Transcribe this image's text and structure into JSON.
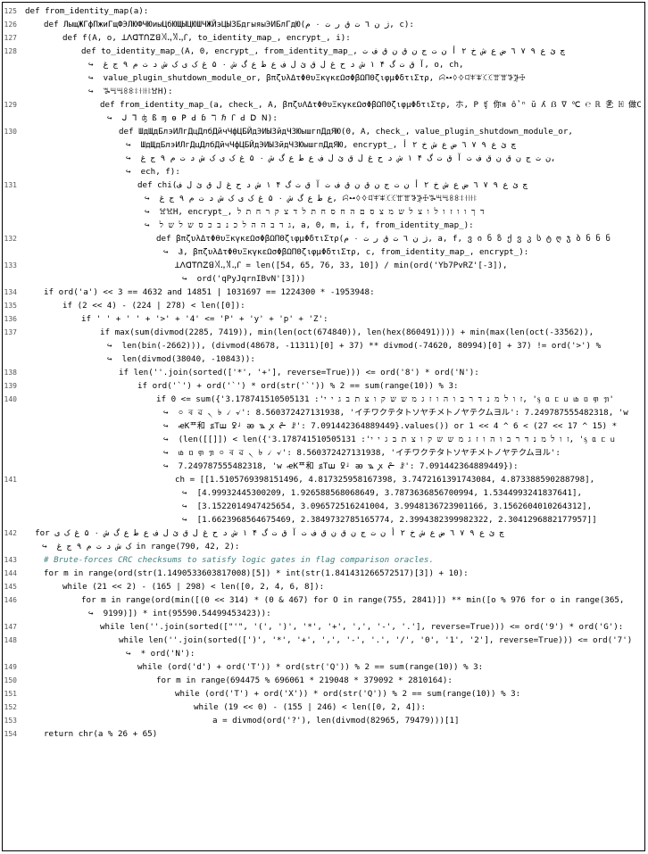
{
  "code_lines": [
    {
      "n": "125",
      "indent": 0,
      "text": "def from_identity_map(a):"
    },
    {
      "n": "126",
      "indent": 1,
      "text": "def ЛыщЖГфПжиГщФЭЛЮФЧЮиыЦбЮЩЫЦЮШЧЖЙэЦЫЗБдгыяыЭИБлГдЮ(ژ ن ٦ ت ق ر ت ٠ م, c):"
    },
    {
      "n": "127",
      "indent": 2,
      "text": "def f(A, o, ꓕꓥꓷꓔꓵꓜꓭ꓀ꓻ꓁ꓻꓩ, to_identity_map_, encrypt_, i):"
    },
    {
      "n": "128",
      "indent": 3,
      "text": "def to_identity_map_(A, 0, encrypt_, from_identity_map_, چ ئ ع ٩ ٧ ٦ ض ع ش خ ٢ أ ن ت ج ن ق ن ق ف ت"
    },
    {
      "n": "",
      "indent": 3,
      "cont": true,
      "text": "↪  آ ق ت گ ۴ ۱ ش د ح غ ل ق ئ ل ف ع ط ع گ ش ٠ ۵ غ ک ی ک ش د ت م ٩ ج غ, o, ch,"
    },
    {
      "n": "",
      "indent": 3,
      "cont": true,
      "text": "↪  value_plugin_shutdown_module_or, βπζυλΔτΦθυΞκγκεΩσΦβΩΠΘζιφμΦδτιΣτρ, ꕸꕹꕺꕻꕼꕽꕾꕿꖀꖁꖂꖃꖄꖅ"
    },
    {
      "n": "",
      "indent": 3,
      "cont": true,
      "text": "↪  ꖆꖇꖈꖉꖊꖋꖌꖍꖎꖏH):"
    },
    {
      "n": "129",
      "indent": 4,
      "text": "def from_identity_map_(a, check_, A, βπζυΛΔτΦθυΞκγκεΩσΦβΩΠΘζιφμΦδτιΣτρ, ホ, Ρ ʧ 你я ổ ⁿ ŭ ʎ ẞ ∇ ℃ ℮ ℝ 㐑 ℍ 做C学"
    },
    {
      "n": "",
      "indent": 4,
      "cont": true,
      "text": "↪  ᒍ ᒣ ʤ ß ɱ ɵ ꓑ ꓒ ɓ ℸ ℏ ꓩ ꓒ ꓓ ꓠ):"
    },
    {
      "n": "130",
      "indent": 5,
      "text": "def ШдЩдБлэИЛгДцДлбДйчЧфЦБЙдЭИЫЗйдЧЗЮышгпДдЯЮ(0, A, check_, value_plugin_shutdown_module_or,"
    },
    {
      "n": "",
      "indent": 5,
      "cont": true,
      "text": "↪  ШдЩдБлэИЛгДцДлбДйчЧфЦБЙдЭИЫЗйдЧЗЮышгпДдЯЮ, encrypt_, چ ئ ع ٩ ٧ ٦ ض ع ش خ ٢ أ"
    },
    {
      "n": "",
      "indent": 5,
      "cont": true,
      "text": "↪  ن ت ج ن ق ن ق ف ت آ ق ت گ ۴ ۱ ش د ح غ ل ق ئ ل ف ع ط ع گ ش ٠ ۵ غ ک ی ک ش د ت م ٩ ج غ,"
    },
    {
      "n": "",
      "indent": 5,
      "cont": true,
      "text": "↪  ech, f):"
    },
    {
      "n": "131",
      "indent": 6,
      "text": "def chi(چ ئ ع ٩ ٧ ٦ ض ع ش خ ٢ أ ن ت ج ن ق ن ق ف ت آ ق ت گ ۴ ۱ ش د ح غ ل ق ئ ل ف"
    },
    {
      "n": "",
      "indent": 6,
      "cont": true,
      "text": "↪  ع ط ع گ ش ٠ ۵ غ ک ی ک ش د ت م ٩ ج غ, ꕸꕹꕺꕻꕼꕽꕾꕿꖀꖁꖂꖃꖄꖅꖆꖇꖈꖉꖊꖋꖌꖍꖎ"
    },
    {
      "n": "",
      "indent": 6,
      "cont": true,
      "text": "↪  ꖏꖐH, encrypt_, ד ך ו ו ז ו ל ו צ ל ש מ צ ס ם ה ח ס ח ת ל ד צ ק ר ח ת ל"
    },
    {
      "n": "",
      "indent": 6,
      "cont": true,
      "text": "↪  ג ד ב ה ה ל כ נ ב כ ס ש ל ש ל, a, 0, m, i, f, from_identity_map_):"
    },
    {
      "n": "132",
      "indent": 7,
      "text": "def βπζυλΔτΦθυΞκγκεΩσΦβΩΠΘζιφμΦδτιΣτρ(ژ ن ٦ ت ق ر ت ٠ م, a, f, ვ ი ნ ზ ქ ვ კ ს ტ ღ ჯ ბ ნ ნ ნ"
    },
    {
      "n": "",
      "indent": 7,
      "cont": true,
      "text": "↪  Ჰ, βπζυλΔτΦθυΞκγκεΩσΦβΩΠΘζιφμΦδτιΣτρ, c, from_identity_map_, encrypt_):"
    },
    {
      "n": "133",
      "indent": 8,
      "text": "ꓕꓥꓷꓔꓵꓜꓭ꓀ꓻ꓁ꓻꓩ = len([54, 65, 76, 33, 10]) / min(ord('Yb7PvRZ'[-3]),"
    },
    {
      "n": "",
      "indent": 8,
      "cont": true,
      "text": "↪  ord('qPyJqrnIBvN'[3]))"
    },
    {
      "n": "134",
      "indent": 1,
      "text": "if ord('a') << 3 == 4632 and 14851 | 1031697 == 1224300 * -1953948:"
    },
    {
      "n": "135",
      "indent": 2,
      "text": "if (2 << 4) - (224 | 278) < len([0]):"
    },
    {
      "n": "136",
      "indent": 3,
      "text": "if ' ' + ' ' + '>' + '4' <= 'P' + 'y' + 'p' + 'Z':"
    },
    {
      "n": "137",
      "indent": 4,
      "text": "if max(sum(divmod(2285, 7419)), min(len(oct(674840)), len(hex(860491)))) + min(max(len(oct(-33562)),"
    },
    {
      "n": "",
      "indent": 4,
      "cont": true,
      "text": "↪  len(bin(-2662))), (divmod(48678, -11311)[0] + 37) ** divmod(-74620, 80994)[0] + 37) != ord('>') %"
    },
    {
      "n": "",
      "indent": 4,
      "cont": true,
      "text": "↪  len(divmod(38040, -10843)):"
    },
    {
      "n": "138",
      "indent": 5,
      "text": "if len(''.join(sorted(['*', '+'], reverse=True))) <= ord('8') * ord('N'):"
    },
    {
      "n": "139",
      "indent": 6,
      "text": "if ord('`') + ord('`') * ord(str('`')) % 2 == sum(range(10)) % 3:"
    },
    {
      "n": "140",
      "indent": 7,
      "text": "if 0 <= sum({'ז ו ל מ נ ד ר ב ו ה ו ז ג מ ש ש ק ו צ ת ב ג י י': 3.178741510505131, 'ᶊ ᥲ ᥴ ᥙ ᥚ ᥝ ᥞ ᥟ'"
    },
    {
      "n": "",
      "indent": 7,
      "cont": true,
      "text": "↪  ০ ৰ ৱ ৲ ৳ ৴ ৵': 8.560372427131938, 'イチワクテタトソヤチメトノヤテクムヨル': 7.249787555482318, 'w"
    },
    {
      "n": "",
      "indent": 7,
      "cont": true,
      "text": "↪  ꬴKᄑ和 ꟍTꟺ ꝿᶨ ꭂ ꧉ ꭙ ᓔ ꗗ': 7.091442364889449}.values()) or 1 << 4 ^ 6 < (27 << 17 ^ 15) *"
    },
    {
      "n": "",
      "indent": 7,
      "cont": true,
      "text": "↪  (len([[]]) < len({'ז ו ל מ נ ד ר ב ו ה ו ז ג מ ש ש ק ו צ ת ב ג י י': 3.178741510505131, 'ᶊ ᥲ ᥴ ᥙ"
    },
    {
      "n": "",
      "indent": 7,
      "cont": true,
      "text": "↪  ᥚ ᥝ ᥞ ᥟ ০ ৰ ৱ ৲ ৳ ৴ ৵': 8.560372427131938, 'イチワクテタトソヤチメトノヤテクムヨル':"
    },
    {
      "n": "",
      "indent": 7,
      "cont": true,
      "text": "↪  7.249787555482318, 'w ꬴKᄑ和 ꟍTꟺ ꝿᶨ ꭂ ꧉ ꭙ ᓔ ꗗ': 7.091442364889449}):"
    },
    {
      "n": "141",
      "indent": 8,
      "text": "ch = [[1.5105769398151496, 4.817325958167398, 3.7472161391743084, 4.873388590288798],"
    },
    {
      "n": "",
      "indent": 8,
      "cont": true,
      "text": "↪  [4.99932445300209, 1.926588568068649, 3.7873636856700994, 1.5344993241837641],"
    },
    {
      "n": "",
      "indent": 8,
      "cont": true,
      "text": "↪  [3.1522014947425654, 3.096572516241004, 3.9948136723901166, 3.1562604010264312],"
    },
    {
      "n": "",
      "indent": 8,
      "cont": true,
      "text": "↪  [1.6623968564675469, 2.3849732785165774, 2.3994382399982322, 2.3041296882177957]]"
    },
    {
      "n": "142",
      "indent": 0,
      "text": "  for چ ئ ع ٩ ٧ ٦ ض ع ش خ ٢ أ ن ت ج ن ق ن ق ف ت آ ق ت گ ۴ ۱ ش د ح غ ل ق ئ ل ف ع ط ع گ ش ٠ ۵ غ ک ی"
    },
    {
      "n": "",
      "indent": 0,
      "cont": true,
      "text": "  ↪  ک ش د ت م ٩ ج غ in range(790, 42, 2):"
    },
    {
      "n": "143",
      "indent": 1,
      "text": "# Brute-forces CRC checksums to satisfy logic gates in flag comparison oracles."
    },
    {
      "n": "144",
      "indent": 1,
      "text": "for m in range(ord(str(1.1490533603817008)[5]) * int(str(1.841431266572517)[3]) + 10):"
    },
    {
      "n": "145",
      "indent": 2,
      "text": "while (21 << 2) - (165 | 298) < len([0, 2, 4, 6, 8]):"
    },
    {
      "n": "146",
      "indent": 3,
      "text": "for m in range(ord(min([(0 << 314) * (0 & 467) for O in range(755, 2841)]) ** min([o % 976 for o in range(365,"
    },
    {
      "n": "",
      "indent": 3,
      "cont": true,
      "text": "↪  9199)]) * int(95590.54499453423)):"
    },
    {
      "n": "147",
      "indent": 4,
      "text": "while len(''.join(sorted([\"'\", '(', ')', '*', '+', ',', '-', '.'], reverse=True))) <= ord('9') * ord('G'):"
    },
    {
      "n": "148",
      "indent": 5,
      "text": "while len(''.join(sorted([')', '*', '+', ',', '-', '.', '/', '0', '1', '2'], reverse=True))) <= ord('7')"
    },
    {
      "n": "",
      "indent": 5,
      "cont": true,
      "text": "↪  * ord('N'):"
    },
    {
      "n": "149",
      "indent": 6,
      "text": "while (ord('d') + ord('T')) * ord(str('Q')) % 2 == sum(range(10)) % 3:"
    },
    {
      "n": "150",
      "indent": 7,
      "text": "for m in range(694475 % 696061 * 219048 * 379092 * 2810164):"
    },
    {
      "n": "151",
      "indent": 8,
      "text": "while (ord('T') + ord('X')) * ord(str('Q')) % 2 == sum(range(10)) % 3:"
    },
    {
      "n": "152",
      "indent": 9,
      "text": "while (19 << 0) - (155 | 246) < len([0, 2, 4]):"
    },
    {
      "n": "153",
      "indent": 10,
      "text": "a = divmod(ord('?'), len(divmod(82965, 79479)))[1]"
    },
    {
      "n": "154",
      "indent": 1,
      "text": "return chr(a % 26 + 65)"
    }
  ]
}
